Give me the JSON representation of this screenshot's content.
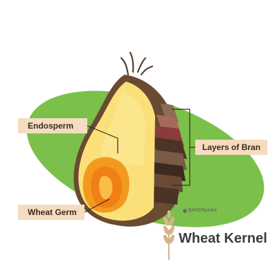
{
  "labels": {
    "endosperm": "Endosperm",
    "wheat_germ": "Wheat Germ",
    "bran": "Layers of Bran"
  },
  "brand": "BAKERpedia",
  "title": "Wheat Kernel",
  "colors": {
    "background_ellipse": "#7bc04b",
    "endosperm": "#fbe07a",
    "germ_outer": "#f39a1e",
    "germ_inner": "#f07f16",
    "bran_dark": "#4b3426",
    "bran_mid": "#6a4a36",
    "bran_red": "#8a3b3b",
    "label_fill": "#f5dcc0",
    "title_text": "#3c3c3c"
  }
}
